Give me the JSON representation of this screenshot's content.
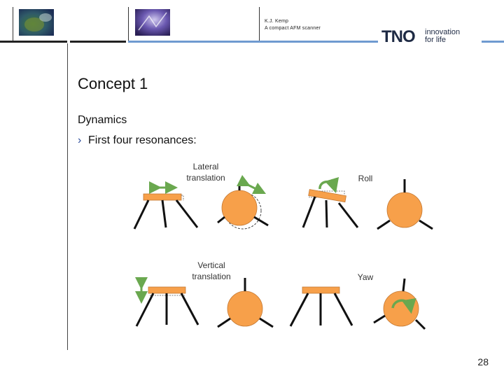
{
  "header": {
    "author_line1": "K.J. Kemp",
    "author_line2": "A compact AFM scanner",
    "brand": {
      "name": "TNO",
      "tagline_line1": "innovation",
      "tagline_line2": "for life"
    }
  },
  "slide": {
    "title": "Concept 1",
    "subtitle": "Dynamics",
    "bullet": "First four resonances:",
    "page_number": "28"
  },
  "diagram": {
    "labels": {
      "lateral": [
        "Lateral",
        "translation"
      ],
      "roll": "Roll",
      "vertical": [
        "Vertical",
        "translation"
      ],
      "yaw": "Yaw"
    }
  },
  "colors": {
    "orange": "#f7a04a",
    "orange_stroke": "#c47832",
    "arrow_green": "#6aa84f",
    "brand_navy": "#1e2a44",
    "accent_blue": "#6f9ad0"
  }
}
